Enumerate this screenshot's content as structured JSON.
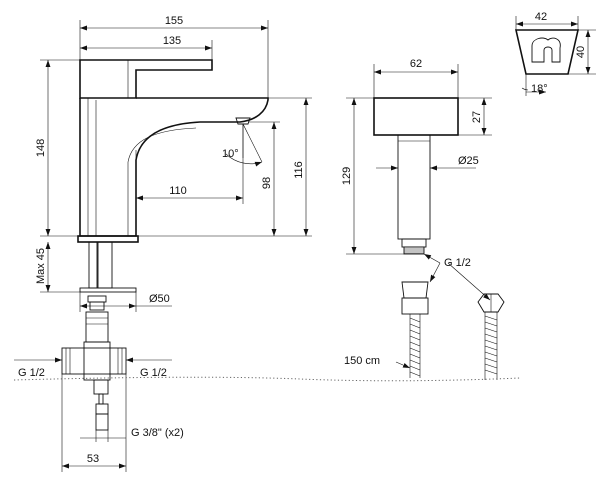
{
  "faucet": {
    "width_155": "155",
    "width_135": "135",
    "height_148": "148",
    "reach_110": "110",
    "angle_10": "10°",
    "height_98": "98",
    "height_116": "116",
    "max_45": "Max 45",
    "diameter_50": "Ø50",
    "thread_left": "G 1/2",
    "thread_right": "G 1/2",
    "thread_bottom": "G 3/8\" (x2)",
    "width_53": "53"
  },
  "shower_head": {
    "width_62": "62",
    "height_27": "27",
    "height_129": "129",
    "diameter_25": "Ø25",
    "thread": "G 1/2"
  },
  "hose": {
    "length": "150 cm"
  },
  "holder": {
    "width_42": "42",
    "height_40": "40",
    "angle_18": "18°"
  }
}
